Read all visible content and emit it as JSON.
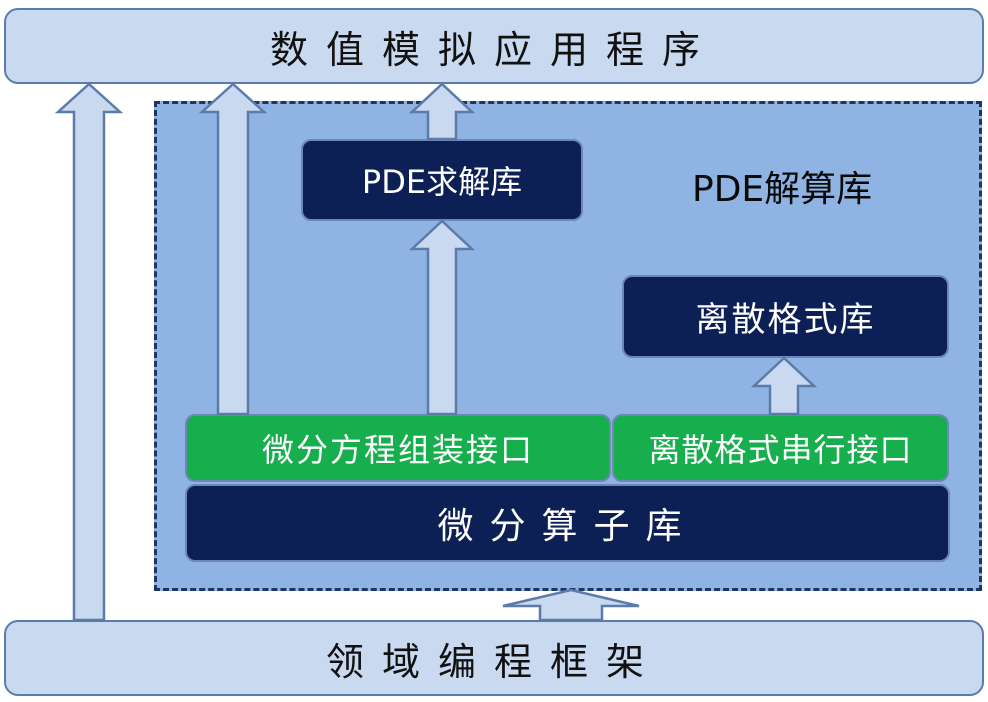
{
  "top_bar": {
    "label": "数值模拟应用程序"
  },
  "bottom_bar": {
    "label": "领域编程框架"
  },
  "solver_region": {
    "label": "PDE解算库"
  },
  "boxes": {
    "pde_solver": "PDE求解库",
    "scheme_lib": "离散格式库",
    "assembly_interface": "微分方程组装接口",
    "serial_interface": "离散格式串行接口",
    "operator_lib": "微分算子库"
  },
  "colors": {
    "light_bar": "#c9d9ef",
    "region_fill": "#8fb3e3",
    "dark_box": "#0d2056",
    "green_box": "#17ae4d",
    "arrow_fill": "#c9d9ef",
    "arrow_stroke": "#5b7bab"
  }
}
